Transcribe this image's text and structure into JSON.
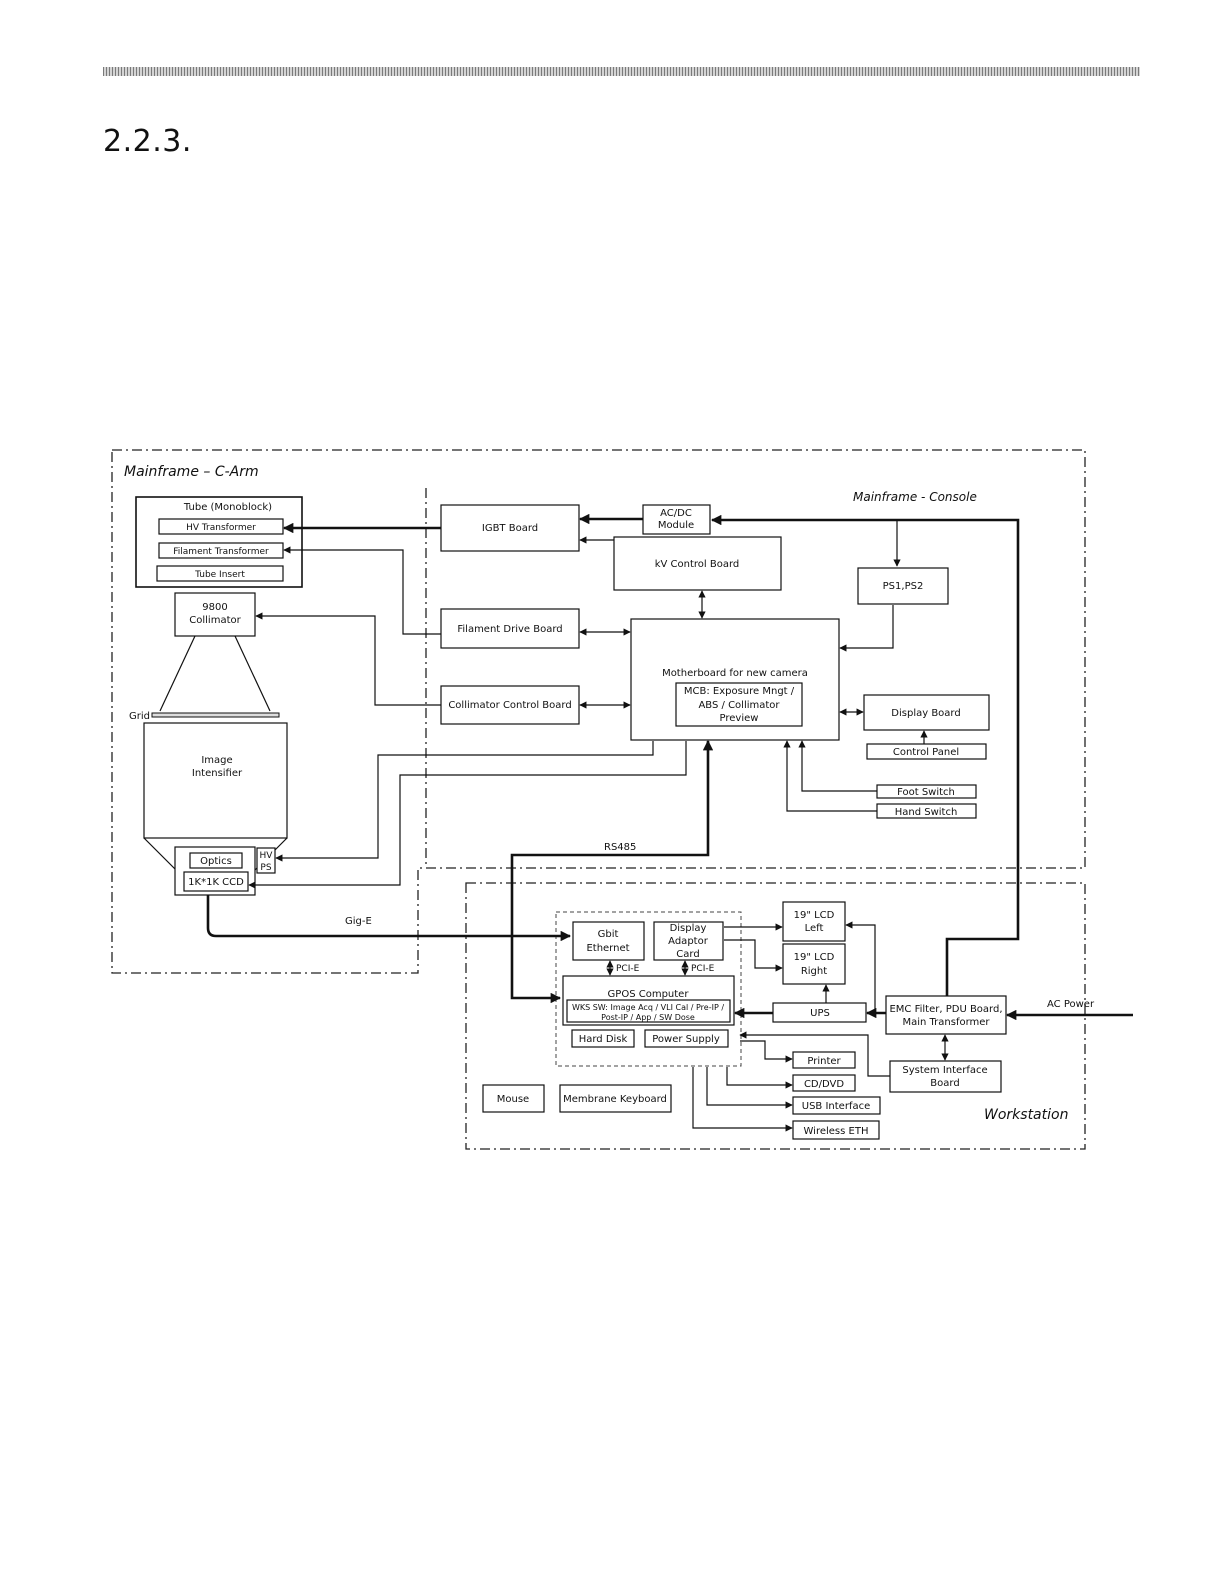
{
  "header": {
    "section_number": "2.2.3."
  },
  "diagram": {
    "regions": {
      "carm": "Mainframe – C-Arm",
      "console": "Mainframe - Console",
      "workstation": "Workstation"
    },
    "tube": {
      "title": "Tube (Monoblock)",
      "hv_transformer": "HV Transformer",
      "filament_transformer": "Filament Transformer",
      "tube_insert": "Tube Insert"
    },
    "collimator": {
      "line1": "9800",
      "line2": "Collimator"
    },
    "grid": "Grid",
    "image_intensifier": {
      "line1": "Image",
      "line2": "Intensifier"
    },
    "optics": "Optics",
    "ccd": "1K*1K CCD",
    "hvps": {
      "line1": "HV",
      "line2": "PS"
    },
    "igbt_board": "IGBT Board",
    "acdc_module": {
      "line1": "AC/DC",
      "line2": "Module"
    },
    "kv_control_board": "kV Control Board",
    "ps": "PS1,PS2",
    "filament_drive_board": "Filament Drive Board",
    "collimator_control_board": "Collimator Control Board",
    "motherboard": {
      "title": "Motherboard for new camera",
      "mcb_line1": "MCB: Exposure Mngt /",
      "mcb_line2": "ABS / Collimator",
      "mcb_line3": "Preview"
    },
    "display_board": "Display Board",
    "control_panel": "Control Panel",
    "foot_switch": "Foot Switch",
    "hand_switch": "Hand Switch",
    "rs485": "RS485",
    "gige": "Gig-E",
    "gbit_ethernet": {
      "line1": "Gbit",
      "line2": "Ethernet"
    },
    "display_adaptor": {
      "line1": "Display",
      "line2": "Adaptor",
      "line3": "Card"
    },
    "pcie_1": "PCI-E",
    "pcie_2": "PCI-E",
    "gpos": {
      "title": "GPOS Computer",
      "sw_line1": "WKS SW: Image Acq / VLI Cal / Pre-IP /",
      "sw_line2": "Post-IP / App / SW Dose"
    },
    "hard_disk": "Hard Disk",
    "power_supply": "Power Supply",
    "lcd_left": {
      "line1": "19\" LCD",
      "line2": "Left"
    },
    "lcd_right": {
      "line1": "19\" LCD",
      "line2": "Right"
    },
    "ups": "UPS",
    "emc": {
      "line1": "EMC Filter, PDU Board,",
      "line2": "Main Transformer"
    },
    "ac_power": "AC Power",
    "system_interface": {
      "line1": "System Interface",
      "line2": "Board"
    },
    "printer": "Printer",
    "cd_dvd": "CD/DVD",
    "usb_interface": "USB Interface",
    "wireless_eth": "Wireless ETH",
    "mouse": "Mouse",
    "membrane_keyboard": "Membrane Keyboard"
  }
}
